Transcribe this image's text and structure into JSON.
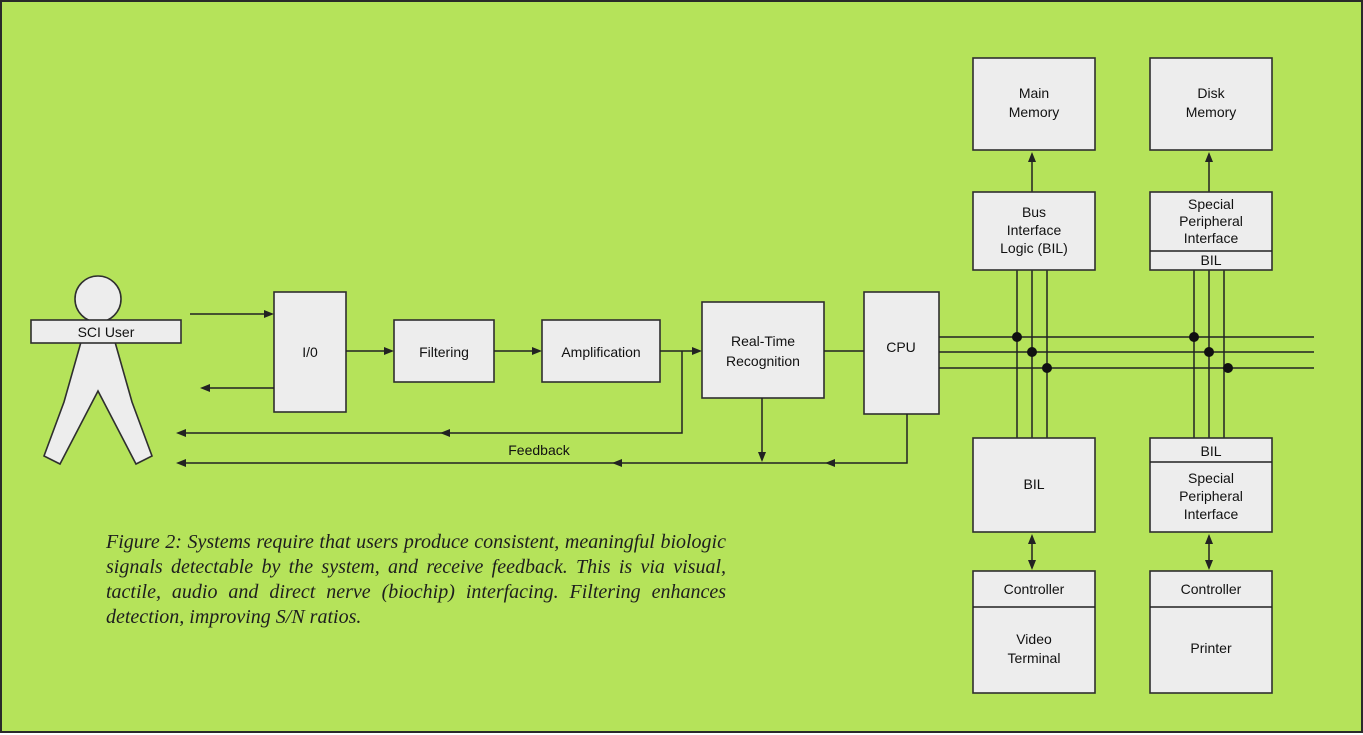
{
  "background_color": "#b5e35a",
  "block_color": "#ededed",
  "diagram": {
    "user_label": "SCI User",
    "io_label": "I/0",
    "filtering_label": "Filtering",
    "amplification_label": "Amplification",
    "recognition_label": [
      "Real-Time",
      "Recognition"
    ],
    "cpu_label": "CPU",
    "feedback_label": "Feedback",
    "main_memory_label": [
      "Main",
      "Memory"
    ],
    "disk_memory_label": [
      "Disk",
      "Memory"
    ],
    "bus_interface_label": [
      "Bus",
      "Interface",
      "Logic (BIL)"
    ],
    "special_peripheral_top_label": [
      "Special",
      "Peripheral",
      "Interface"
    ],
    "special_peripheral_top_bil": "BIL",
    "bil_lower_label": "BIL",
    "special_peripheral_bottom_bil": "BIL",
    "special_peripheral_bottom_label": [
      "Special",
      "Peripheral",
      "Interface"
    ],
    "controller_left_label": "Controller",
    "video_terminal_label": [
      "Video",
      "Terminal"
    ],
    "controller_right_label": "Controller",
    "printer_label": "Printer"
  },
  "caption": "Figure 2: Systems require that users produce consistent, meaningful biologic signals detectable by the system, and receive feedback. This is via visual, tactile, audio and direct nerve (biochip) interfacing. Filtering enhances detection, improving S/N ratios."
}
